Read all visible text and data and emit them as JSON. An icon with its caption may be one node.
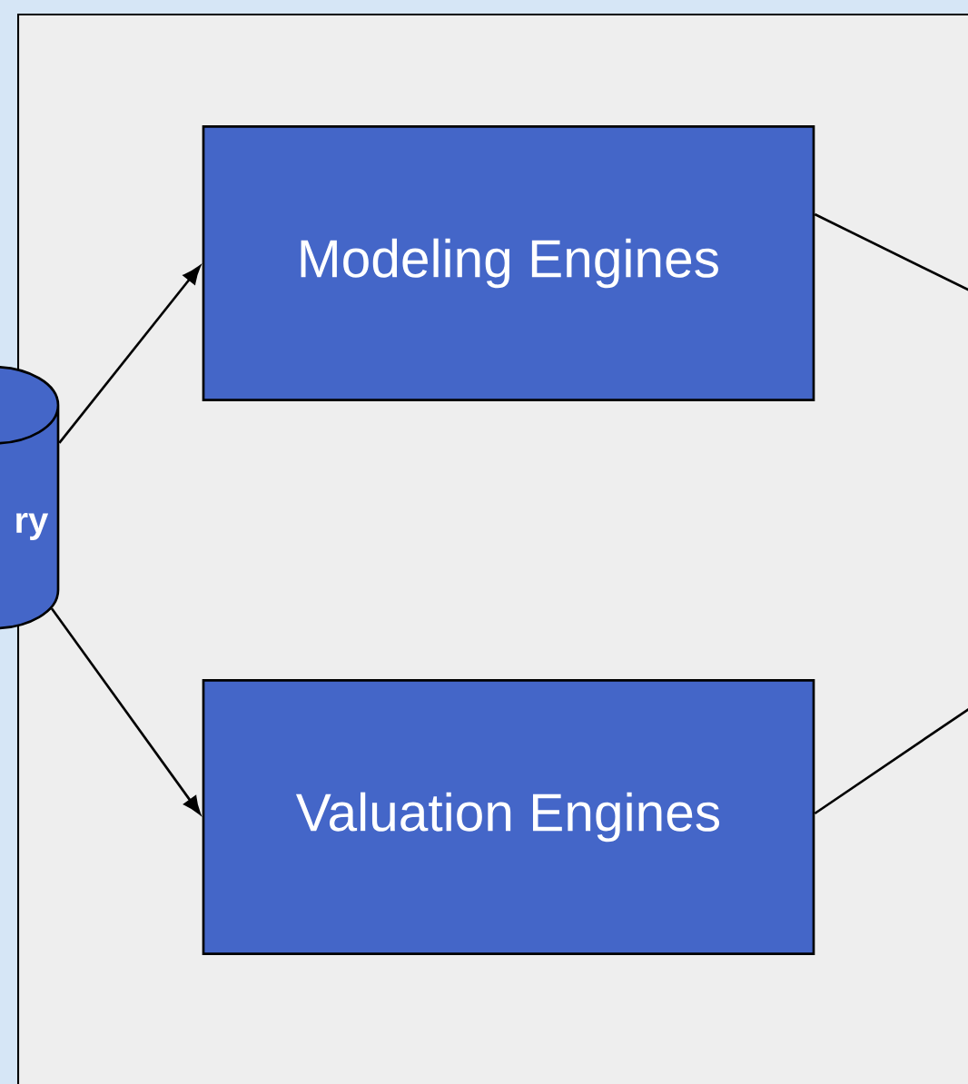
{
  "diagram": {
    "nodes": [
      {
        "text": [
          "ry"
        ]
      },
      {
        "text": [
          "Modeling Engines"
        ]
      },
      {
        "text": [
          "Valuation Engines"
        ]
      }
    ],
    "edges": [
      {
        "from": 0,
        "to": 1,
        "arrow": "to"
      },
      {
        "from": 0,
        "to": 2,
        "arrow": "to"
      },
      {
        "from": 1,
        "to": null,
        "arrow": "none"
      },
      {
        "from": 2,
        "to": null,
        "arrow": "none"
      }
    ]
  }
}
